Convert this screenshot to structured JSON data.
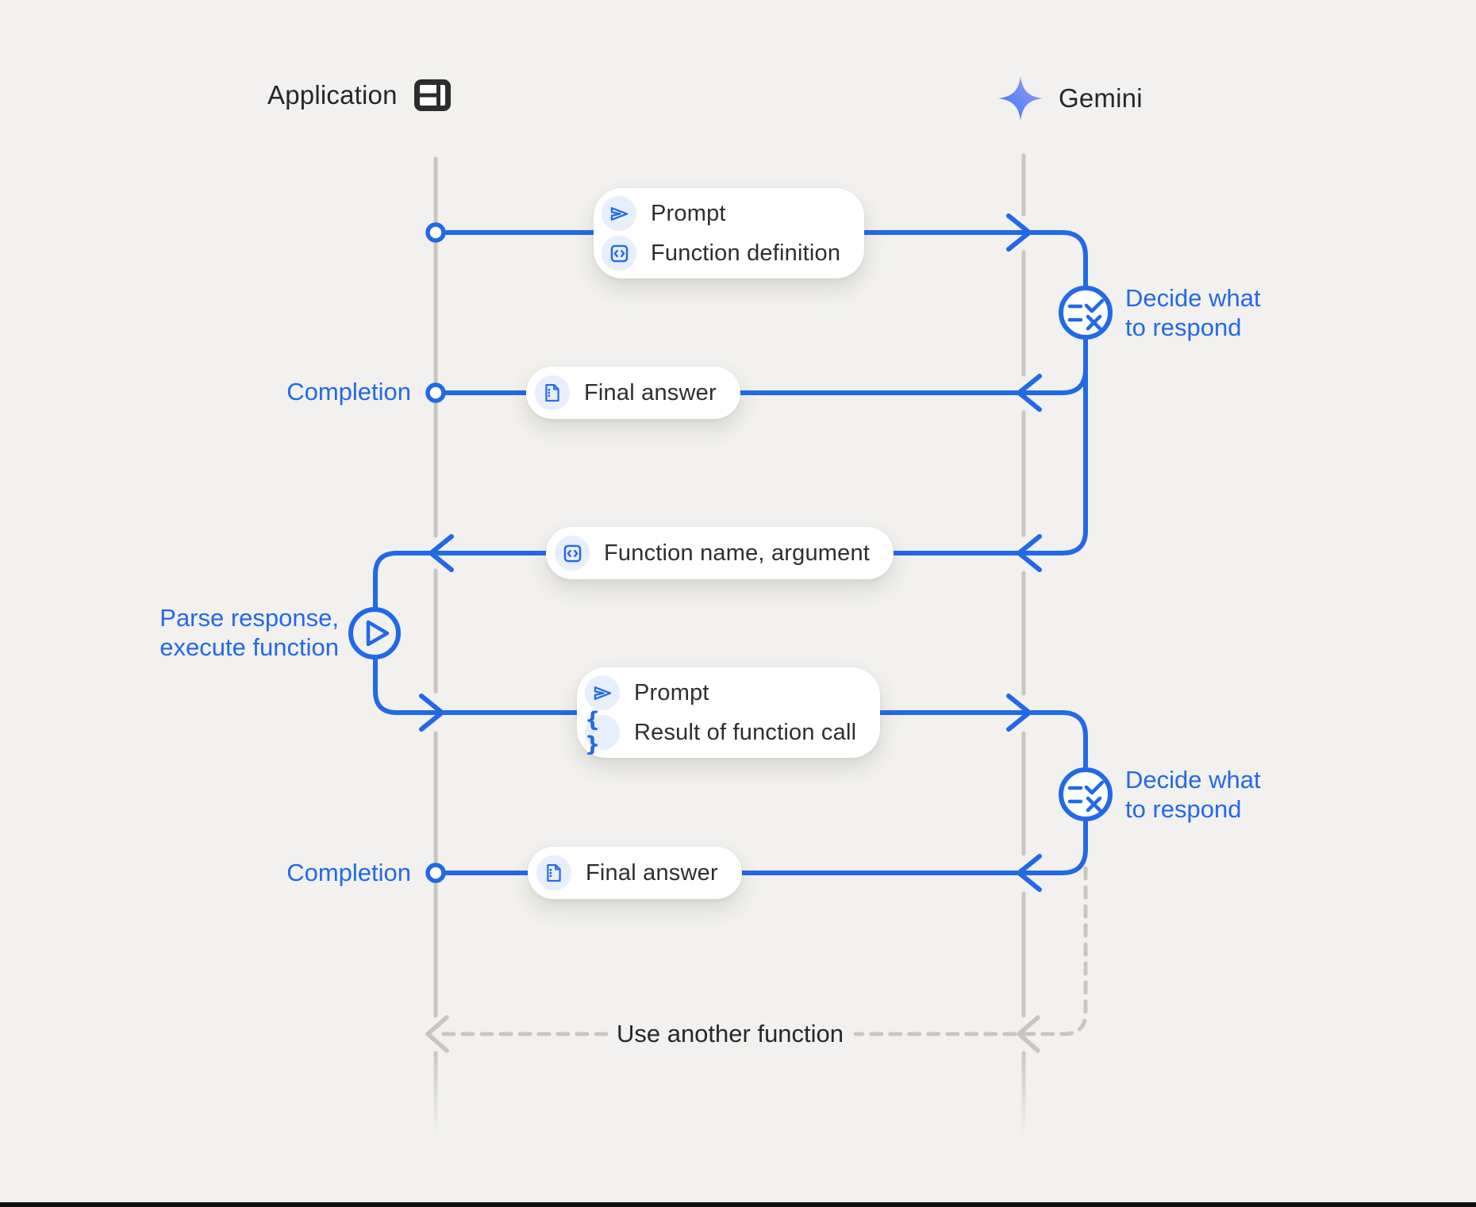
{
  "colors": {
    "bg": "#f2f1ef",
    "blue": "#2269e8",
    "chip": "#e7eefc",
    "line-gray": "#c9c6c2",
    "text-dark": "#272727",
    "star-blue": "#2e74f4",
    "star-purple": "#ab9bf6",
    "bar-black": "#111111"
  },
  "header": {
    "left_actor": "Application",
    "right_actor": "Gemini"
  },
  "messages": {
    "prompt_definition": {
      "row1": {
        "icon": "send-icon",
        "label": "Prompt"
      },
      "row2": {
        "icon": "code-box-icon",
        "label": "Function definition"
      }
    },
    "final_answer_1": {
      "row1": {
        "icon": "document-icon",
        "label": "Final answer"
      }
    },
    "function_name": {
      "row1": {
        "icon": "code-box-icon",
        "label": "Function name,  argument"
      }
    },
    "prompt_result": {
      "row1": {
        "icon": "send-icon",
        "label": "Prompt"
      },
      "row2": {
        "icon": "braces-icon",
        "label": "Result of function call",
        "icon_glyph": "{ }"
      }
    },
    "final_answer_2": {
      "row1": {
        "icon": "document-icon",
        "label": "Final answer"
      }
    }
  },
  "annotations": {
    "completion_1": "Completion",
    "completion_2": "Completion",
    "parse_line1": "Parse response,",
    "parse_line2": "execute function",
    "decide_1_line1": "Decide what",
    "decide_1_line2": "to respond",
    "decide_2_line1": "Decide what",
    "decide_2_line2": "to respond",
    "use_another": "Use another function"
  }
}
